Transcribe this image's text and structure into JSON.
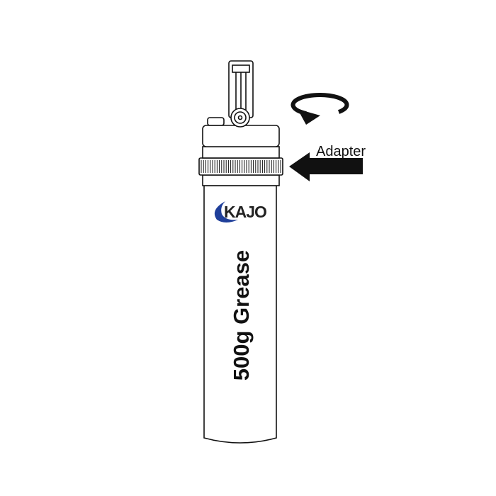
{
  "labels": {
    "adapter": "Adapter",
    "brand": "KAJO",
    "product": "500g Grease"
  },
  "colors": {
    "outline": "#111111",
    "brand_blue": "#1f3f9a",
    "brand_text": "#222222"
  }
}
